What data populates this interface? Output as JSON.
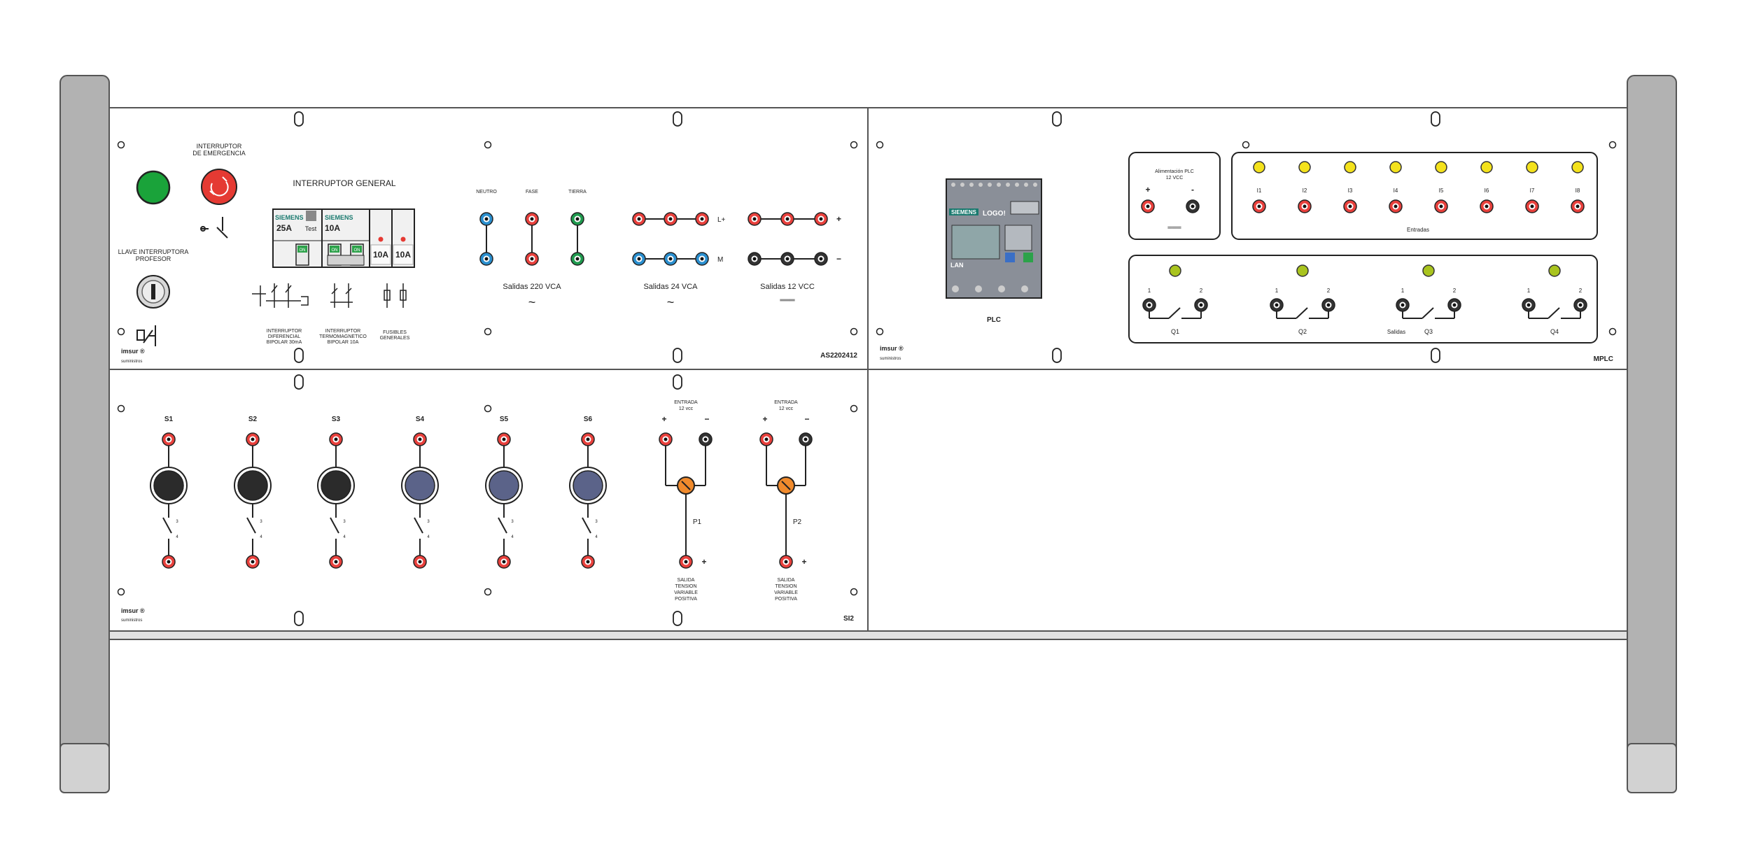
{
  "colors": {
    "socket_red": "#e8403c",
    "socket_black": "#333333",
    "socket_blue": "#2a8fcf",
    "socket_green": "#1f9a4e",
    "led_yellow": "#f4e21c",
    "led_olive": "#a9c41e",
    "pilot_green": "#1aa33a",
    "estop_red": "#e53a33",
    "pot_orange": "#f08a2c",
    "button_dark": "#2b2b2b",
    "button_slate": "#5b6389",
    "frame_gray": "#b2b2b2",
    "plc_gray": "#8a8f98"
  },
  "module_power": {
    "estop_label_1": "INTERRUPTOR",
    "estop_label_2": "DE EMERGENCIA",
    "main_switch_label": "INTERRUPTOR GENERAL",
    "key_label_1": "LLAVE INTERRUPTORA",
    "key_label_2": "PROFESOR",
    "breaker_brand": "SIEMENS",
    "diff_rating": "25A",
    "test_label": "Test",
    "mag_rating": "10A",
    "fuse_rating": "10A",
    "on_label": "ON",
    "diff_label_1": "INTERRUPTOR",
    "diff_label_2": "DIFERENCIAL",
    "diff_label_3": "BIPOLAR 30mA",
    "mag_label_1": "INTERRUPTOR",
    "mag_label_2": "TERMOMAGNETICO",
    "mag_label_3": "BIPOLAR 10A",
    "fuse_label_1": "FUSIBLES",
    "fuse_label_2": "GENERALES",
    "neutro_label": "NEUTRO",
    "fase_label": "FASE",
    "tierra_label": "TIERRA",
    "out220_label": "Salidas  220 VCA",
    "out24_label": "Salidas  24 VCA",
    "out12_label": "Salidas  12 VCC",
    "lplus_label": "L+",
    "m_label": "M",
    "plus_label": "+",
    "minus_label": "−",
    "ac_symbol": "~",
    "dc_symbol": "═══",
    "brand": "imsur ®",
    "brand_sub": "suministros",
    "code": "AS2202412"
  },
  "module_plc": {
    "plc_label": "PLC",
    "plc_brand": "SIEMENS",
    "plc_model": "LOGO!",
    "plc_lan": "LAN",
    "psu_title_1": "Alimentación PLC",
    "psu_title_2": "12 VCC",
    "psu_plus": "+",
    "psu_minus": "-",
    "psu_dc": "═══",
    "inputs": [
      "I1",
      "I2",
      "I3",
      "I4",
      "I5",
      "I6",
      "I7",
      "I8"
    ],
    "inputs_title": "Entradas",
    "outputs": [
      "Q1",
      "Q2",
      "Q3",
      "Q4"
    ],
    "outputs_title": "Salidas",
    "contact_1": "1",
    "contact_2": "2",
    "brand": "imsur ®",
    "brand_sub": "suministros",
    "code": "MPLC"
  },
  "module_inputs": {
    "switches": [
      {
        "label": "S1",
        "style": "dark"
      },
      {
        "label": "S2",
        "style": "dark"
      },
      {
        "label": "S3",
        "style": "dark"
      },
      {
        "label": "S4",
        "style": "slate"
      },
      {
        "label": "S5",
        "style": "slate"
      },
      {
        "label": "S6",
        "style": "slate"
      }
    ],
    "contact_top": "3",
    "contact_bottom": "4",
    "pots": [
      {
        "label": "P1",
        "in_1": "ENTRADA",
        "in_2": "12 vcc",
        "out_1": "SALIDA",
        "out_2": "TENSION",
        "out_3": "VARIABLE",
        "out_4": "POSITIVA"
      },
      {
        "label": "P2",
        "in_1": "ENTRADA",
        "in_2": "12 vcc",
        "out_1": "SALIDA",
        "out_2": "TENSION",
        "out_3": "VARIABLE",
        "out_4": "POSITIVA"
      }
    ],
    "plus": "+",
    "minus": "−",
    "brand": "imsur ®",
    "brand_sub": "suministros",
    "code": "SI2"
  }
}
